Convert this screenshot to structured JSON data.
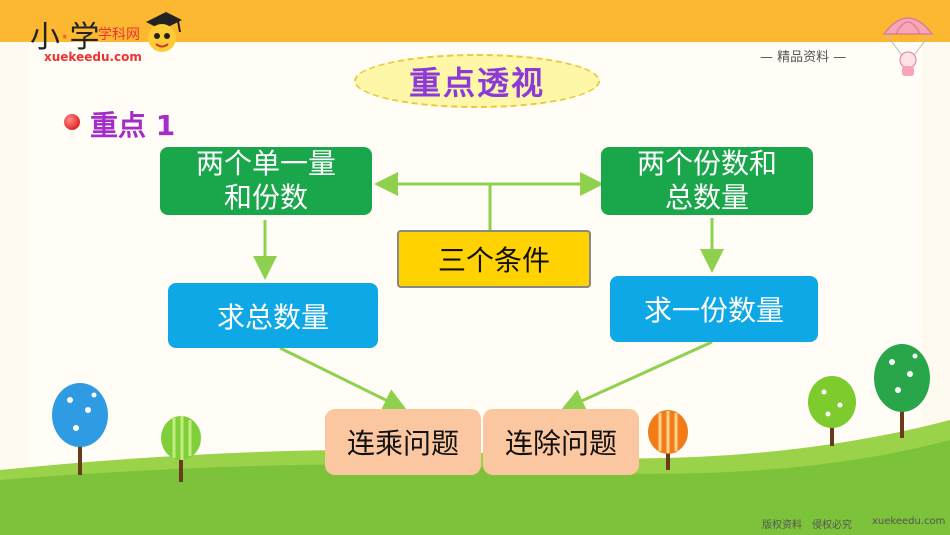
{
  "logo": {
    "main_prefix": "小",
    "main_dot": "·",
    "main_suffix": "学",
    "sub": "学科网",
    "url": "xuekeedu.com"
  },
  "header_right": "— 精品资料 —",
  "title": "重点透视",
  "point_label": "重点 1",
  "nodes": {
    "left_top": "两个单一量和份数",
    "right_top": "两个份数和总数量",
    "center": "三个条件",
    "left_mid": "求总数量",
    "right_mid": "求一份数量",
    "bottom_left": "连乘问题",
    "bottom_right": "连除问题"
  },
  "footer": {
    "left": "版权资料　侵权必究",
    "right": "xuekeedu.com"
  },
  "colors": {
    "accent_purple": "#8a3ad6",
    "green": "#1aa64b",
    "blue": "#0fa8e6",
    "yellow": "#ffd200",
    "peach": "#fbc7a0",
    "arrow": "#8fd14f"
  }
}
